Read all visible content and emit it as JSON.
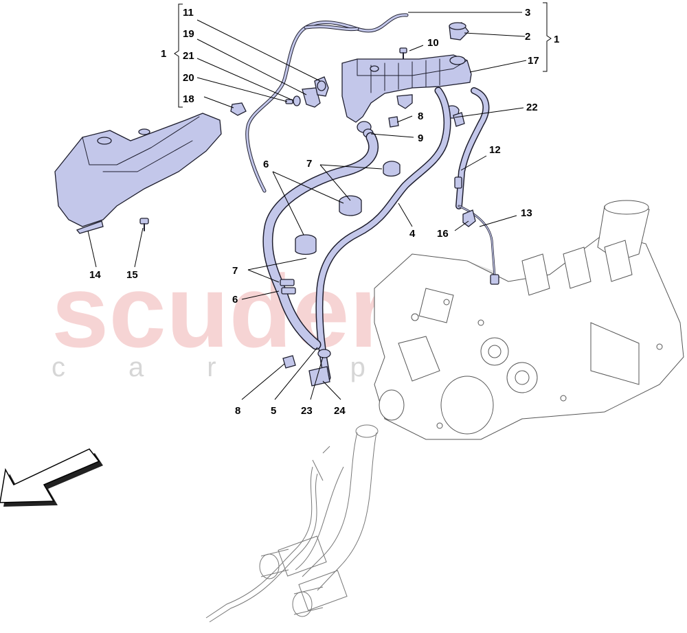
{
  "watermark": {
    "brand": "scuderia",
    "subtitle": "car parts"
  },
  "callouts": {
    "c1a": "1",
    "c1b": "1",
    "c2": "2",
    "c3": "3",
    "c4": "4",
    "c5": "5",
    "c6a": "6",
    "c6b": "6",
    "c7a": "7",
    "c7b": "7",
    "c8a": "8",
    "c8b": "8",
    "c9": "9",
    "c10": "10",
    "c11": "11",
    "c12": "12",
    "c13": "13",
    "c14": "14",
    "c15": "15",
    "c16": "16",
    "c17": "17",
    "c18": "18",
    "c19": "19",
    "c20": "20",
    "c21": "21",
    "c22": "22",
    "c23": "23",
    "c24": "24"
  },
  "colors": {
    "part_fill": "#c3c7ea",
    "outline": "#1e1e2e",
    "watermark": "#f4c6c6"
  }
}
